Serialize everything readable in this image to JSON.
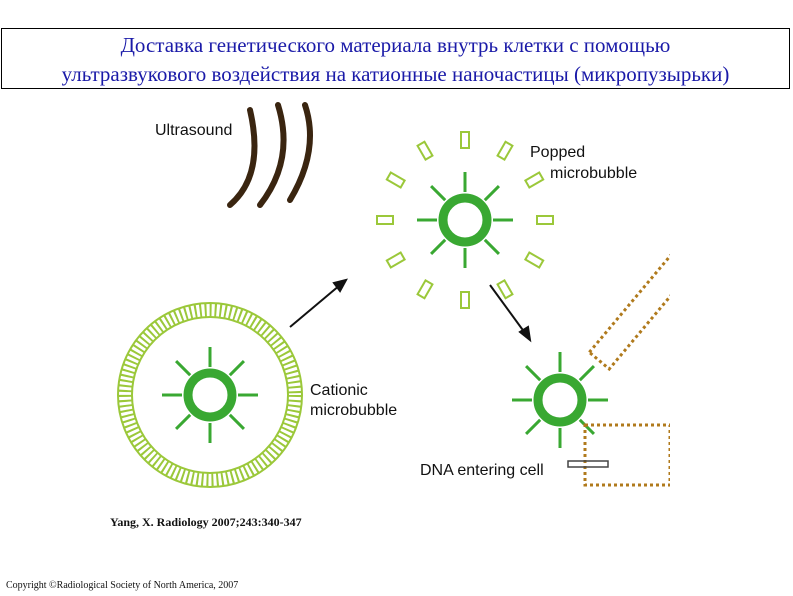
{
  "header": {
    "title_line1": "Доставка генетического материала внутрь клетки с помощью",
    "title_line2": "ультразвукового воздействия на катионные наночастицы (микропузырьки)"
  },
  "figure": {
    "label_ultrasound": "Ultrasound",
    "label_popped_line1": "Popped",
    "label_popped_line2": "microbubble",
    "label_cationic_line1": "Cationic",
    "label_cationic_line2": "microbubble",
    "label_dna_entering": "DNA entering cell",
    "colors": {
      "dna_green": "#39a832",
      "lipid_green": "#9bc83a",
      "membrane_brown": "#b07a1c",
      "wave_brown": "#3a2510"
    }
  },
  "footer": {
    "citation": "Yang, X. Radiology 2007;243:340-347",
    "copyright": "Copyright ©Radiological Society of North America, 2007"
  }
}
